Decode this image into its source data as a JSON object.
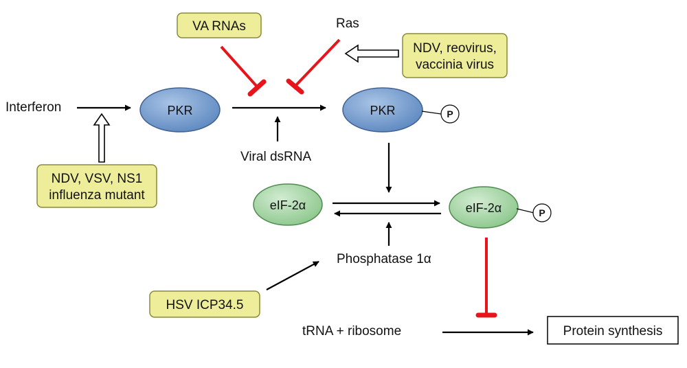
{
  "labels": {
    "interferon": "Interferon",
    "ras": "Ras",
    "viral_dsrna": "Viral dsRNA",
    "phosphatase": "Phosphatase 1α",
    "trna_ribosome": "tRNA + ribosome",
    "protein_synthesis": "Protein synthesis"
  },
  "nodes": {
    "pkr_left": "PKR",
    "pkr_right": "PKR",
    "eif_left": "eIF-2α",
    "eif_right": "eIF-2α",
    "phospho_1": "P",
    "phospho_2": "P"
  },
  "boxes": {
    "va_rnas": [
      "VA RNAs"
    ],
    "ndv_reo": [
      "NDV, reovirus,",
      "vaccinia virus"
    ],
    "ndv_vsv": [
      "NDV, VSV, NS1",
      "influenza mutant"
    ],
    "hsv": [
      "HSV ICP34.5"
    ]
  },
  "colors": {
    "pkr_fill": "#6d95c8",
    "eif_fill": "#a3d3a3",
    "box_fill": "#eeee9a",
    "inhibit": "#e8141c",
    "arrow": "#000000"
  }
}
